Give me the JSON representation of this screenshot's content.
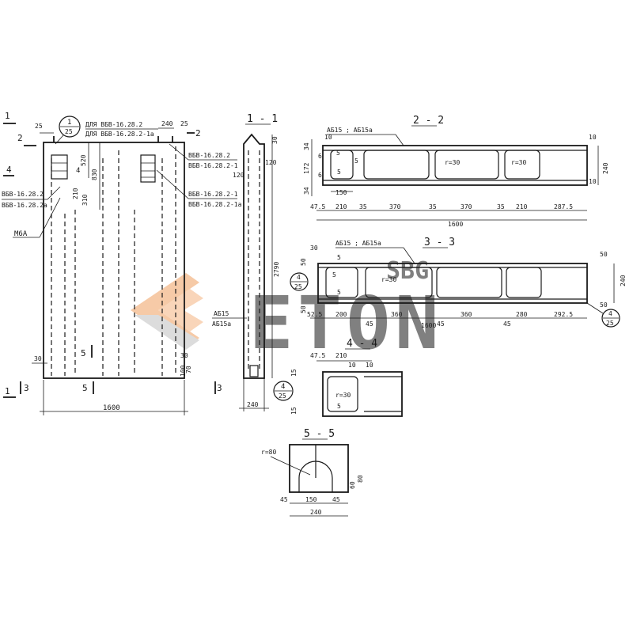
{
  "colors": {
    "ink": "#1a1a1a",
    "watermark_orange": "#f0a060",
    "watermark_gray": "#b8b8b8"
  },
  "watermark": {
    "small": "SBG",
    "text": "ETON"
  },
  "elevation": {
    "marks": {
      "s1": "1",
      "s2": "2",
      "s3": "3",
      "s4": "4",
      "s5": "5"
    },
    "dims": {
      "d25": "25",
      "d240": "240",
      "d520": "520",
      "d830": "830",
      "d210": "210",
      "d310": "310",
      "d30": "30",
      "d100": "100",
      "d70": "70",
      "width": "1600"
    },
    "labels": {
      "for_top1": "ДЛЯ ВБВ-16.28.2",
      "for_top2": "ДЛЯ ВБВ-16.28.2-1а",
      "r1a": "ВБВ-16.28.2",
      "r1b": "ВБВ-16.28.2-1",
      "r2a": "ВБВ-16.28.2-1",
      "r2b": "ВБВ-16.28.2-1а",
      "l1": "ВБВ-16.28.2",
      "l2": "ВБВ-16.28.2а",
      "mba": "М6А"
    },
    "node_num": "1",
    "node_den": "25"
  },
  "section11": {
    "title": "1 - 1",
    "dims": {
      "d30": "30",
      "d120a": "120",
      "d120b": "120",
      "height": "2790",
      "width": "240"
    },
    "labels": {
      "ab15": "АБ15",
      "ab15a": "АБ15а"
    },
    "node_num": "4",
    "node_den": "25"
  },
  "section22": {
    "title": "2 - 2",
    "label": "АБ15 ; АБ15а",
    "dims": {
      "d34a": "34",
      "d172": "172",
      "d34b": "34",
      "d10a": "10",
      "d10b": "10",
      "d10c": "10",
      "d6a": "6",
      "d6b": "6",
      "d150": "150",
      "d240": "240",
      "s1": "47.5",
      "s2": "210",
      "s3": "35",
      "s4": "370",
      "s5": "35",
      "s6": "370",
      "s7": "35",
      "s8": "210",
      "s9": "287.5",
      "total": "1600"
    },
    "r1": "r=30",
    "r2": "r=30",
    "n5a": "5",
    "n5b": "5",
    "n5c": "5"
  },
  "section33": {
    "title": "3 - 3",
    "label": "АБ15 ; АБ15а",
    "dims": {
      "d30": "30",
      "d50a": "50",
      "d50b": "50",
      "d50c": "50",
      "d50d": "50",
      "d240": "240",
      "s1": "52.5",
      "s2": "200",
      "s3": "45",
      "s4": "360",
      "s5": "45",
      "s6": "360",
      "s7": "45",
      "s8": "280",
      "s9": "292.5",
      "total": "1600"
    },
    "r": "r=30",
    "n5a": "5",
    "n5b": "5",
    "n5c": "5",
    "node_l_num": "4",
    "node_l_den": "25",
    "node_r_num": "4",
    "node_r_den": "25"
  },
  "section44": {
    "title": "4 - 4",
    "dims": {
      "d475": "47.5",
      "d210": "210",
      "d10a": "10",
      "d10b": "10",
      "d15a": "15",
      "d15b": "15"
    },
    "r": "r=30",
    "n5": "5"
  },
  "section55": {
    "title": "5 - 5",
    "r": "r=80",
    "dims": {
      "d60": "60",
      "d80": "80",
      "d45a": "45",
      "d150": "150",
      "d45b": "45",
      "d240": "240"
    }
  }
}
